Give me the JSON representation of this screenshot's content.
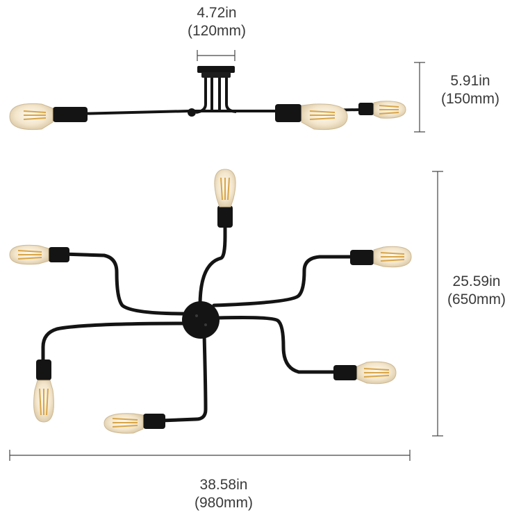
{
  "dimensions": {
    "canopy_width": {
      "inches": "4.72in",
      "millimeters": "(120mm)"
    },
    "fixture_height": {
      "inches": "5.91in",
      "millimeters": "(150mm)"
    },
    "fixture_depth": {
      "inches": "25.59in",
      "millimeters": "(650mm)"
    },
    "fixture_width": {
      "inches": "38.58in",
      "millimeters": "(980mm)"
    }
  },
  "colors": {
    "fixture": "#141414",
    "bulb_glass": "#f6ecd9",
    "filament": "#d8a548",
    "dimension_line": "#444444",
    "text": "#3a3a3a"
  }
}
